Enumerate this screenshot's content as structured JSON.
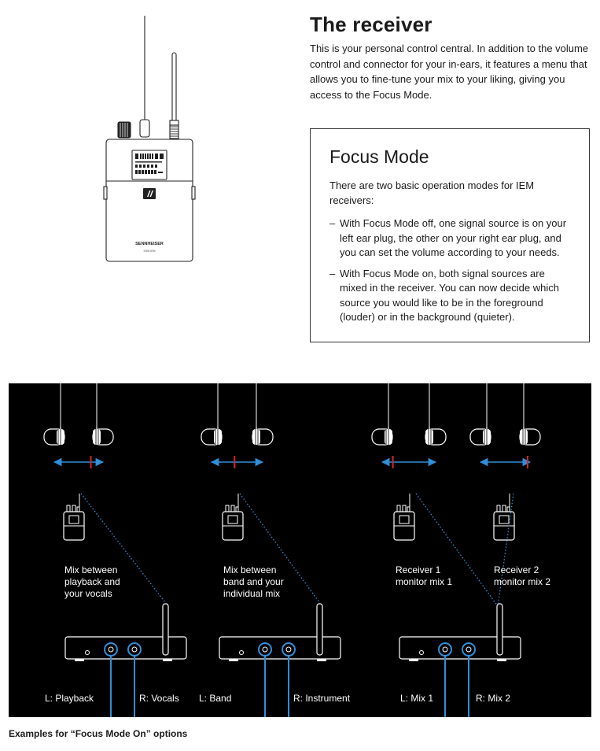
{
  "receiver": {
    "title": "The receiver",
    "text": "This is your personal control central. In addition to the volume control and connector for your in-ears, it features a menu that allows you to fine-tune your mix to your liking, giving you access to the Focus Mode.",
    "device_brand": "SENNHEISER",
    "device_model": "XSW IEM"
  },
  "focus_mode": {
    "title": "Focus Mode",
    "intro": "There are two basic operation modes for IEM receivers:",
    "bullets": [
      "With Focus Mode off, one signal source is on your left ear plug, the other on your right ear plug, and you can set the volume according to your needs.",
      "With Focus Mode on, both signal sources are mixed in the receiver. You can now decide which source you would like to be in the foreground (louder) or in the background (quieter)."
    ],
    "dash": "–"
  },
  "diagram": {
    "examples": [
      {
        "mix_label": [
          "Mix between",
          "playback and",
          "your vocals"
        ],
        "left_label": "L: Playback",
        "right_label": "R: Vocals",
        "balance": 0.75
      },
      {
        "mix_label": [
          "Mix between",
          "band and your",
          "individual mix"
        ],
        "left_label": "L: Band",
        "right_label": "R: Instrument",
        "balance": 0.45
      },
      {
        "receivers": [
          {
            "label": [
              "Receiver 1",
              "monitor mix 1"
            ],
            "balance": 0.2
          },
          {
            "label": [
              "Receiver 2",
              "monitor mix 2"
            ],
            "balance": 0.95
          }
        ],
        "left_label": "L: Mix 1",
        "right_label": "R: Mix 2"
      }
    ],
    "colors": {
      "background": "#000000",
      "arrow": "#2f8fd8",
      "marker": "#d4262a",
      "line": "#ffffff",
      "cable": "#2f8fd8"
    }
  },
  "caption": "Examples for “Focus Mode On” options"
}
